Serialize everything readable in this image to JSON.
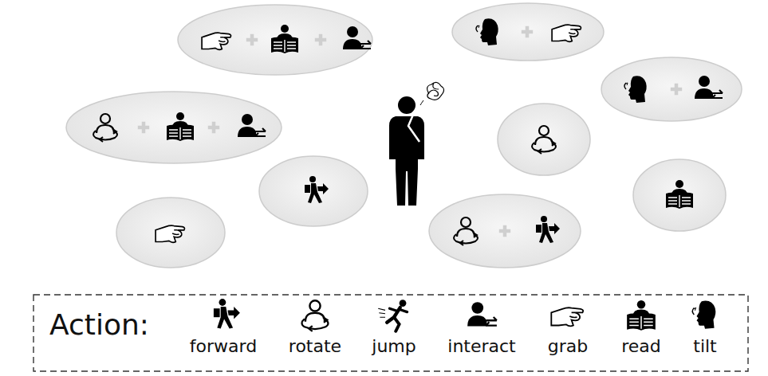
{
  "diagram": {
    "labels": [
      "Action:"
    ],
    "legend": [
      {
        "text": "forward"
      },
      {
        "text": "rotate"
      },
      {
        "text": "jump"
      },
      {
        "text": "interact"
      },
      {
        "text": "grab"
      },
      {
        "text": "read"
      },
      {
        "text": "tilt"
      }
    ]
  }
}
